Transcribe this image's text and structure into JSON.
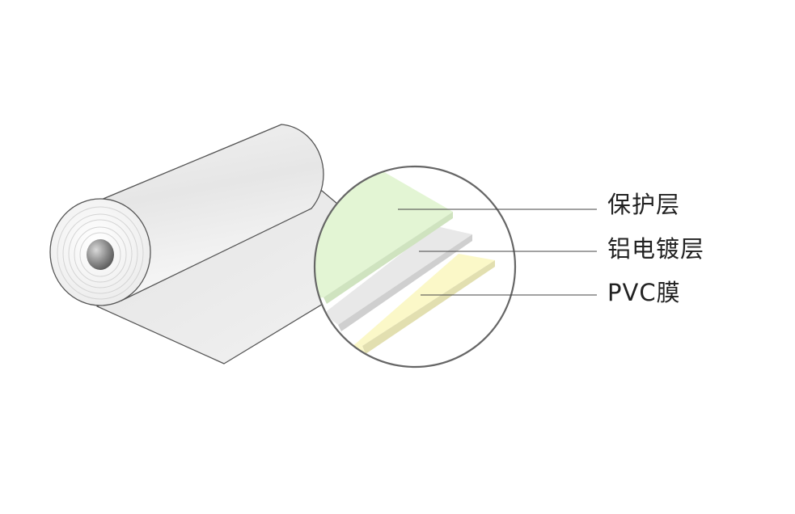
{
  "diagram": {
    "layers": [
      {
        "label": "保护层",
        "color": "#e3f5d4"
      },
      {
        "label": "铝电镀层",
        "color": "#e8e8e8"
      },
      {
        "label": "PVC膜",
        "color": "#fbf8c8"
      }
    ],
    "colors": {
      "outline": "#555555",
      "roll_light": "#f7f7f7",
      "roll_mid": "#e4e4e4",
      "roll_dark": "#c8c8c8",
      "leader_line": "#444444"
    }
  }
}
